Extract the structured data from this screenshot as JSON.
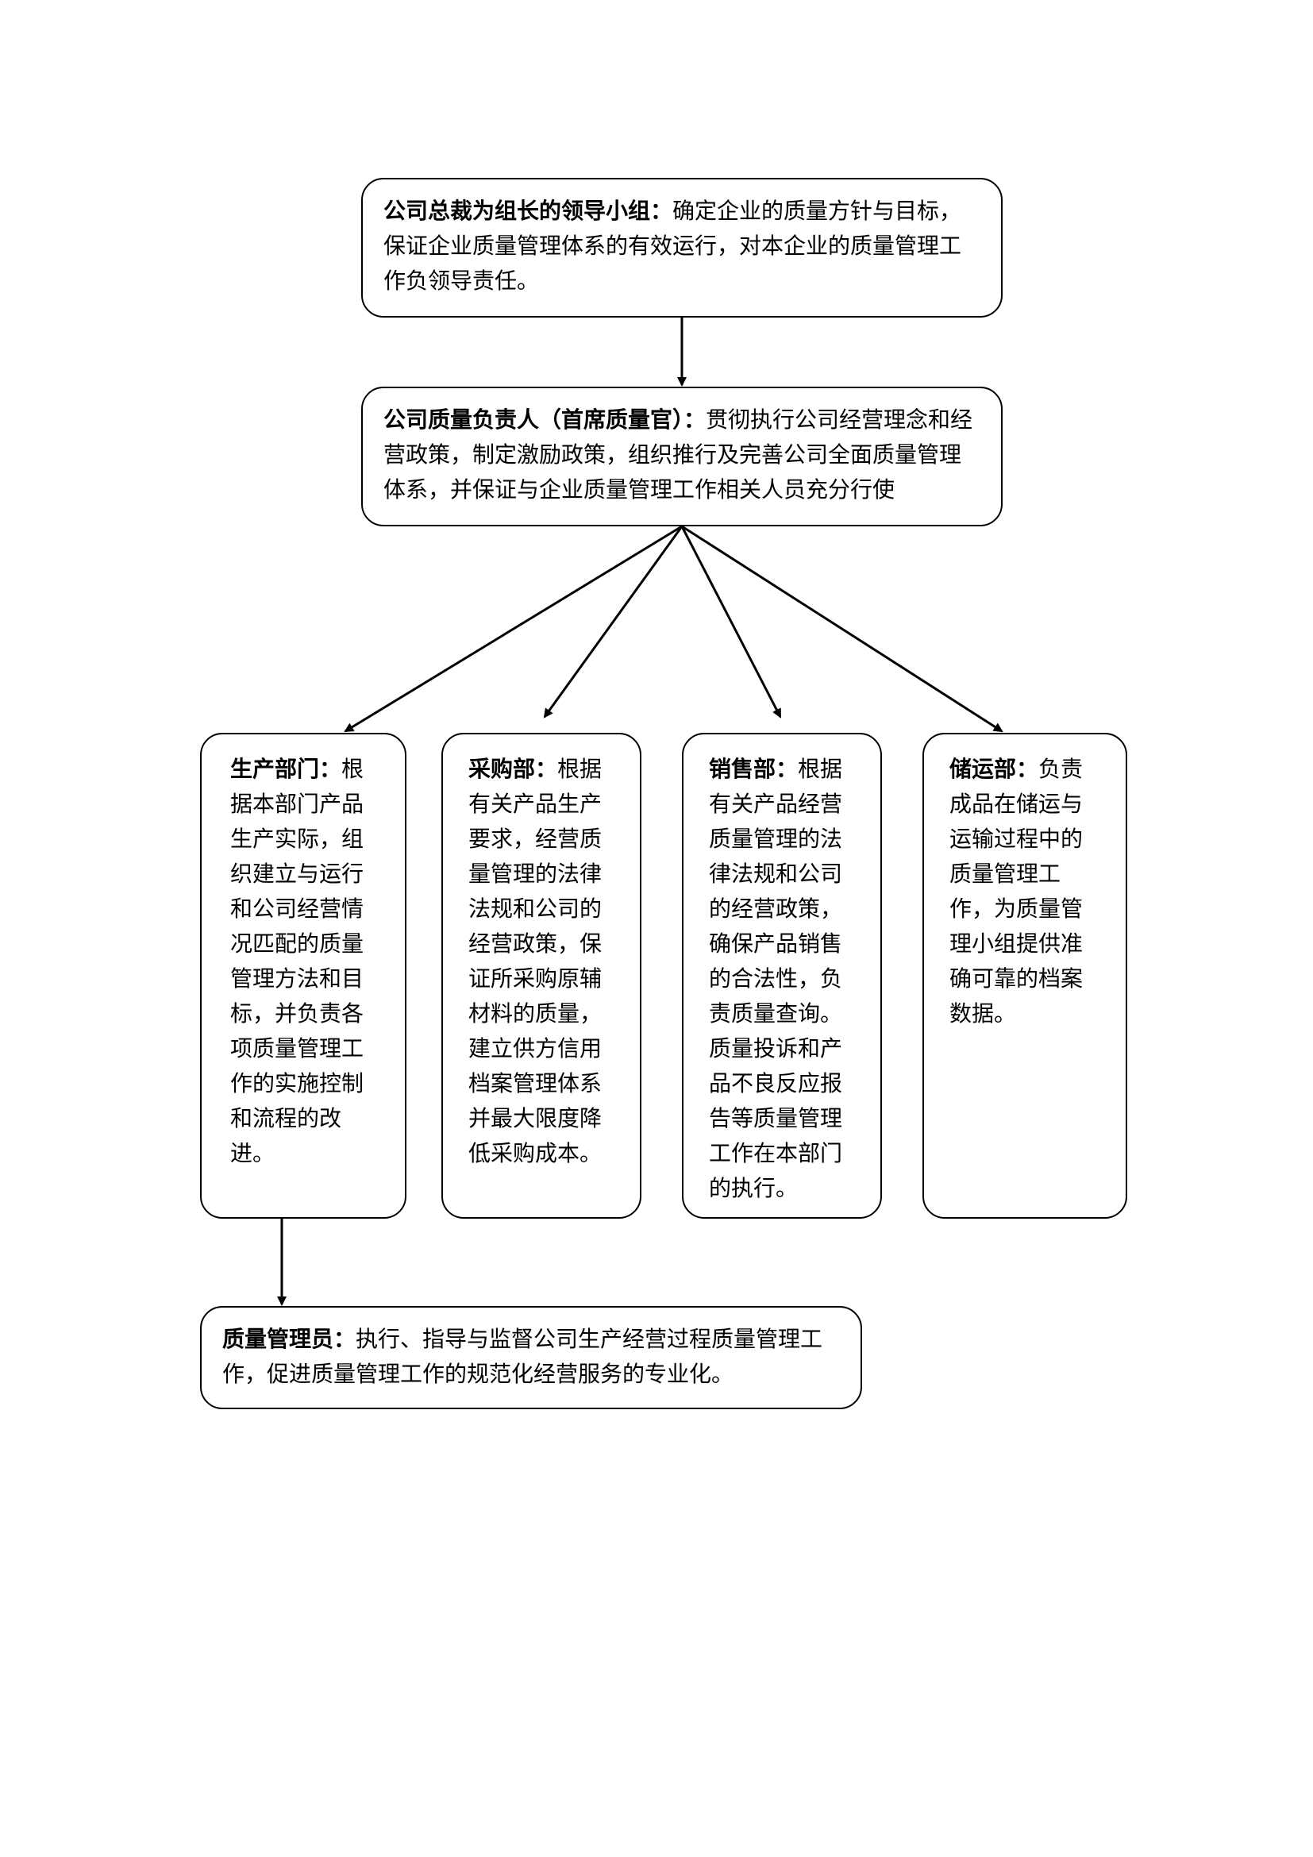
{
  "diagram": {
    "nodes": [
      {
        "id": "leadership",
        "title": "公司总裁为组长的领导小组：",
        "text": "确定企业的质量方针与目标，保证企业质量管理体系的有效运行，对本企业的质量管理工作负领导责任。"
      },
      {
        "id": "cqo",
        "title": "公司质量负责人（首席质量官）：",
        "text": "贯彻执行公司经营理念和经营政策，制定激励政策，组织推行及完善公司全面质量管理体系，并保证与企业质量管理工作相关人员充分行使"
      },
      {
        "id": "production",
        "title": "生产部门：",
        "text": "根据本部门产品生产实际，组织建立与运行和公司经营情况匹配的质量管理方法和目标，并负责各项质量管理工作的实施控制和流程的改进。"
      },
      {
        "id": "purchasing",
        "title": "采购部：",
        "text": "根据有关产品生产要求，经营质量管理的法律法规和公司的经营政策，保证所采购原辅材料的质量，建立供方信用档案管理体系并最大限度降低采购成本。"
      },
      {
        "id": "sales",
        "title": "销售部：",
        "text": "根据有关产品经营质量管理的法律法规和公司的经营政策，确保产品销售的合法性，负责质量查询。质量投诉和产品不良反应报告等质量管理工作在本部门的执行。"
      },
      {
        "id": "storage",
        "title": "储运部：",
        "text": "负责成品在储运与运输过程中的质量管理工作，为质量管理小组提供准确可靠的档案数据。"
      },
      {
        "id": "qmanager",
        "title": "质量管理员：",
        "text": "执行、指导与监督公司生产经营过程质量管理工作，促进质量管理工作的规范化经营服务的专业化。"
      }
    ],
    "edges": [
      {
        "from": "leadership",
        "to": "cqo"
      },
      {
        "from": "cqo",
        "to": "production"
      },
      {
        "from": "cqo",
        "to": "purchasing"
      },
      {
        "from": "cqo",
        "to": "sales"
      },
      {
        "from": "cqo",
        "to": "storage"
      },
      {
        "from": "production",
        "to": "qmanager"
      }
    ],
    "colors": {
      "line": "#000000",
      "box_border": "#000000",
      "background": "#ffffff"
    }
  }
}
